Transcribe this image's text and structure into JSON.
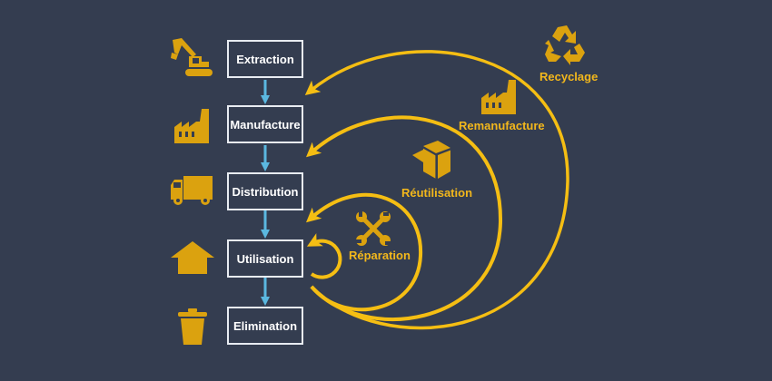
{
  "title": "Économie circulaire - cycle de vie du produit",
  "colors": {
    "background": "#343d50",
    "accent": "#f5be13",
    "icon": "#dba20f",
    "connector": "#5bb8e0",
    "box_border": "#e8ecf2",
    "box_text": "#ffffff"
  },
  "stages": [
    {
      "label": "Extraction",
      "icon": "excavator-icon"
    },
    {
      "label": "Manufacture",
      "icon": "factory-icon"
    },
    {
      "label": "Distribution",
      "icon": "truck-icon"
    },
    {
      "label": "Utilisation",
      "icon": "house-icon"
    },
    {
      "label": "Elimination",
      "icon": "trash-can-icon"
    }
  ],
  "loops": [
    {
      "label": "Réparation",
      "icon": "wrench-cross-icon",
      "returns_to": "Utilisation"
    },
    {
      "label": "Réutilisation",
      "icon": "open-box-icon",
      "returns_to": "Distribution"
    },
    {
      "label": "Remanufacture",
      "icon": "factory-icon",
      "returns_to": "Manufacture"
    },
    {
      "label": "Recyclage",
      "icon": "recycle-icon",
      "returns_to": "Extraction"
    }
  ]
}
